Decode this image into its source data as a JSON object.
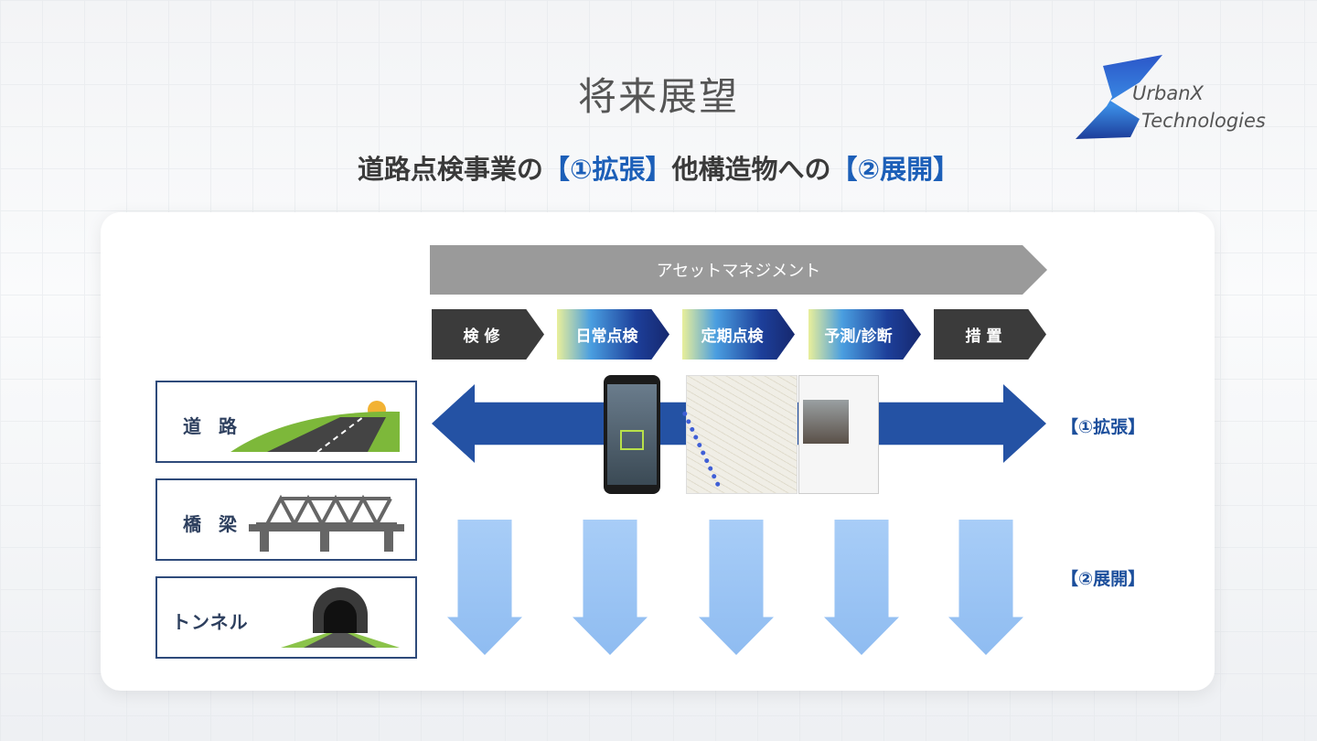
{
  "title": "将来展望",
  "subtitle": {
    "part1": "道路点検事業の",
    "hl1": "【①拡張】",
    "part2": "他構造物への",
    "hl2": "【②展開】"
  },
  "logo": {
    "line1": "UrbanX",
    "line2": "Technologies"
  },
  "asset_management": "アセットマネジメント",
  "steps": [
    "検 修",
    "日常点検",
    "定期点検",
    "予測/診断",
    "措 置"
  ],
  "structures": [
    "道 路",
    "橋 梁",
    "トンネル"
  ],
  "labels": {
    "expand": "【①拡張】",
    "deploy": "【②展開】"
  },
  "colors": {
    "accent": "#1c5fb8",
    "arrow": "#2452a4",
    "down_arrow": "#a8cdf7"
  }
}
